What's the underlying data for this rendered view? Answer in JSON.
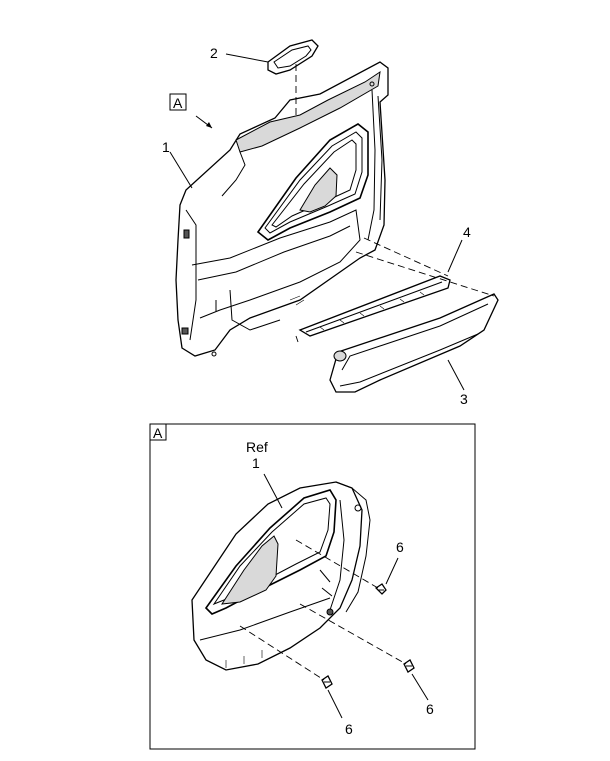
{
  "callouts": {
    "part_1": "1",
    "part_2": "2",
    "part_3": "3",
    "part_4": "4",
    "view_marker": "A",
    "detail_label": "A",
    "ref_text": "Ref",
    "ref_number": "1",
    "clip_6_upper": "6",
    "clip_6_left": "6",
    "clip_6_right": "6"
  },
  "colors": {
    "line": "#000000",
    "shade": "#d9d9d9",
    "dark": "#555555",
    "background": "#ffffff"
  }
}
